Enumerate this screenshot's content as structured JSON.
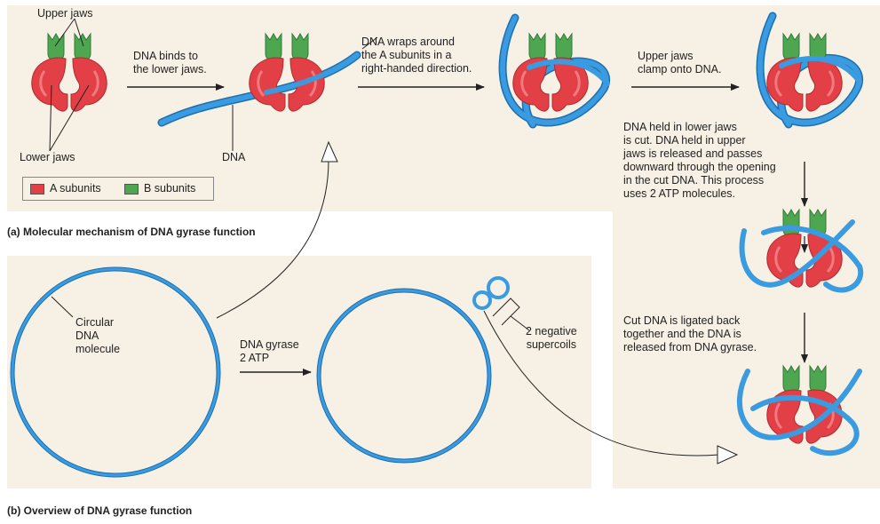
{
  "colors": {
    "a_subunit": "#e23f46",
    "b_subunit": "#4ea651",
    "dna": "#3a9be0",
    "panel": "#f6f1e4"
  },
  "panel_a": {
    "label_upper_jaws": "Upper jaws",
    "label_lower_jaws": "Lower jaws",
    "label_dna": "DNA",
    "step1": "DNA binds to\nthe lower jaws.",
    "step2": "DNA wraps around\nthe A subunits in a\nright-handed direction.",
    "step3": "Upper jaws\nclamp onto DNA.",
    "step4": "DNA held in lower jaws\nis cut. DNA held in upper\njaws is released and passes\ndownward through the opening\nin the cut DNA. This process\nuses 2 ATP molecules.",
    "step5": "Cut DNA is ligated back\ntogether and the DNA is\nreleased from DNA gyrase.",
    "legend_a": "A subunits",
    "legend_b": "B subunits",
    "caption": "(a) Molecular mechanism of DNA gyrase function"
  },
  "panel_b": {
    "label_circular": "Circular\nDNA\nmolecule",
    "label_enzyme": "DNA gyrase\n2 ATP",
    "label_supercoils": "2 negative\nsupercoils",
    "caption": "(b) Overview of DNA gyrase function"
  },
  "icons": [
    "gyrase-complex-icon",
    "dna-strand-icon",
    "process-arrow-icon"
  ]
}
